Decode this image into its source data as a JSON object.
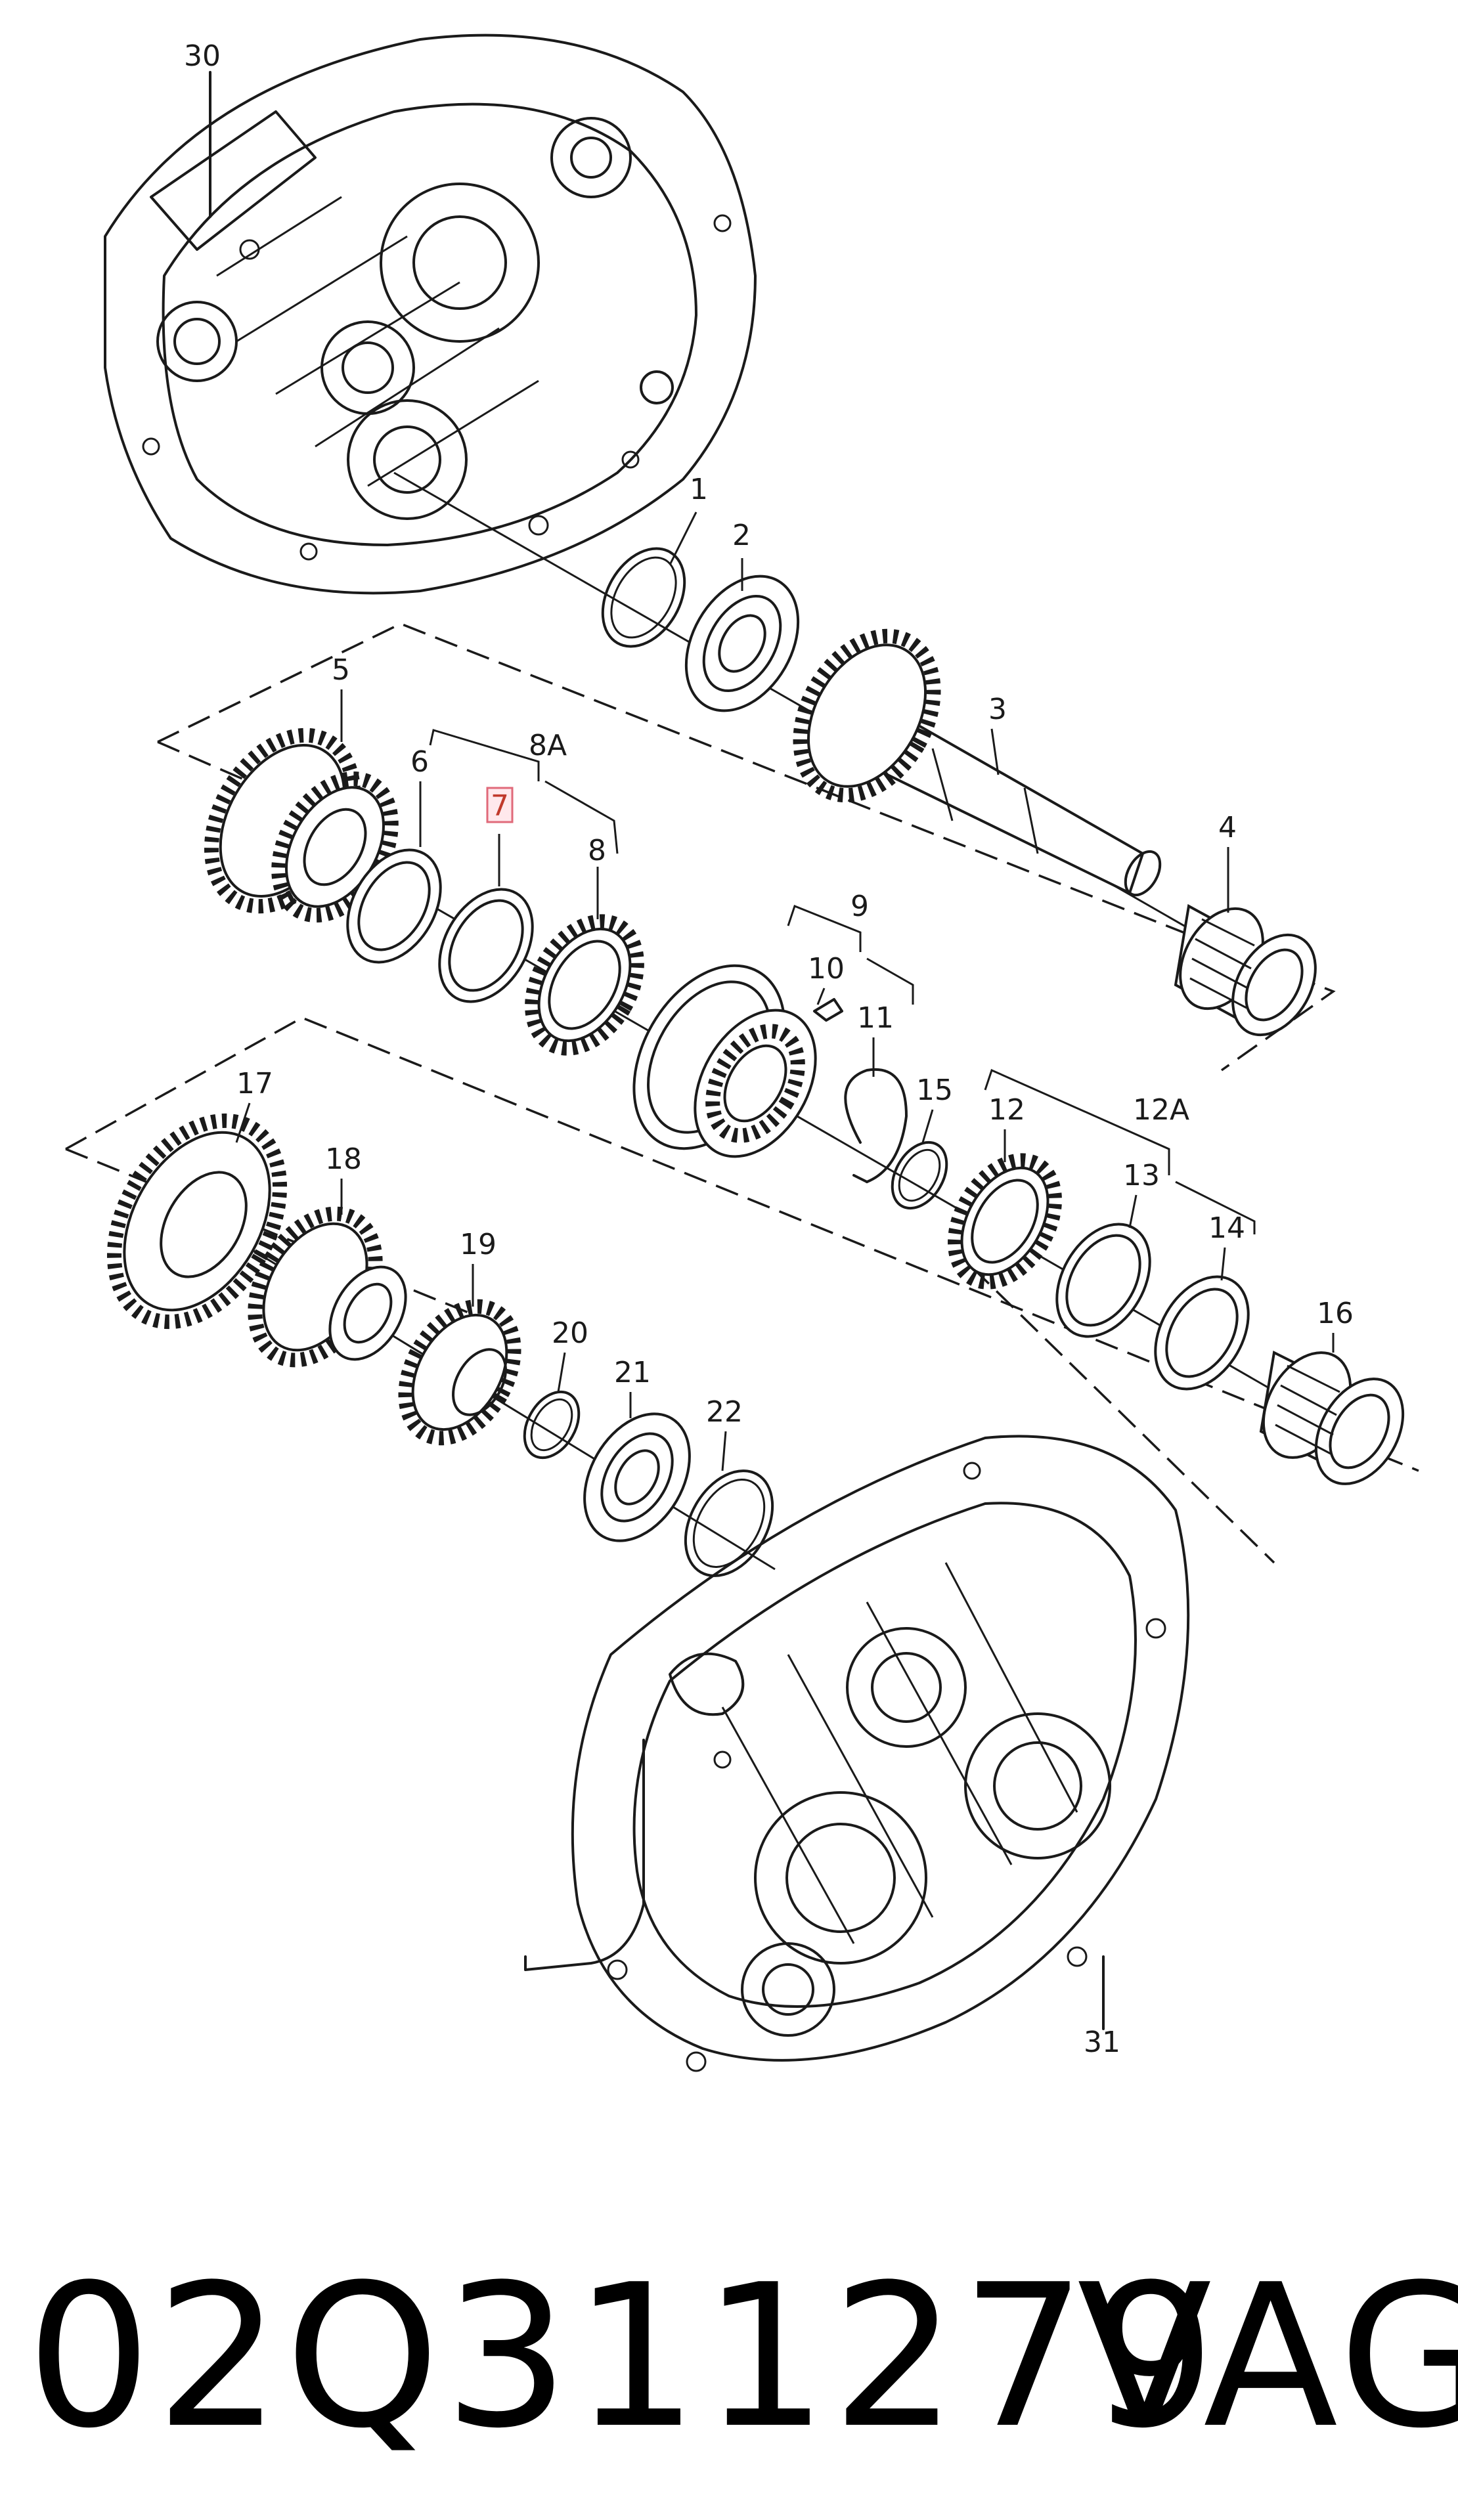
{
  "diagram": {
    "callouts": [
      "1",
      "2",
      "3",
      "4",
      "5",
      "6",
      "7",
      "8",
      "8A",
      "9",
      "10",
      "11",
      "12",
      "12A",
      "13",
      "14",
      "15",
      "16",
      "17",
      "18",
      "19",
      "20",
      "21",
      "22",
      "30",
      "31"
    ],
    "highlighted": "7"
  },
  "footer": {
    "part_number": "02Q311279",
    "brand": "VAG"
  }
}
